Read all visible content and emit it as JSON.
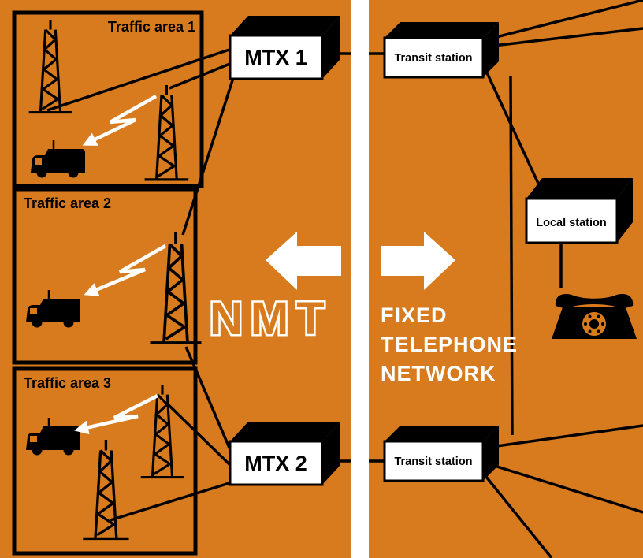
{
  "colors": {
    "background": "#d87b1e",
    "line": "#000000",
    "box_face": "#ffffff",
    "divider": "#ffffff"
  },
  "traffic_areas": [
    {
      "label": "Traffic area 1"
    },
    {
      "label": "Traffic area 2"
    },
    {
      "label": "Traffic area 3"
    }
  ],
  "switches": [
    {
      "label": "MTX 1"
    },
    {
      "label": "MTX 2"
    }
  ],
  "stations": {
    "transit_top": "Transit station",
    "transit_bottom": "Transit station",
    "local": "Local station"
  },
  "network_labels": {
    "nmt": "NMT",
    "fixed_lines": [
      "FIXED",
      "TELEPHONE",
      "NETWORK"
    ]
  }
}
